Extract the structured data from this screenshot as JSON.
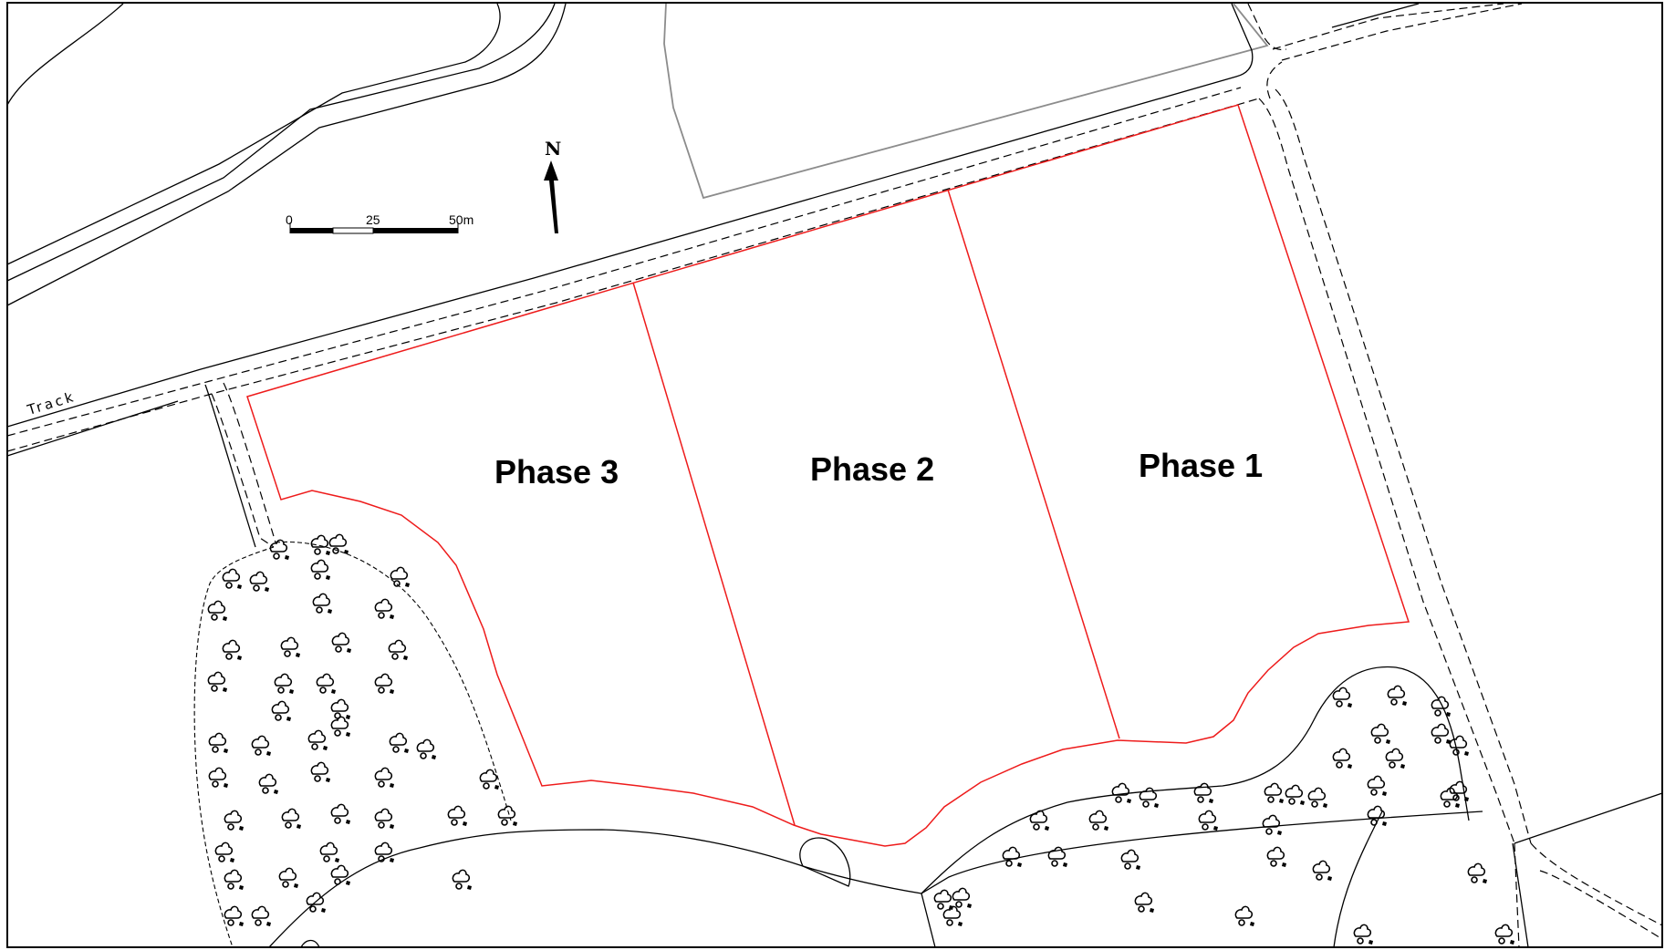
{
  "phases": {
    "phase1": "Phase 1",
    "phase2": "Phase 2",
    "phase3": "Phase 3"
  },
  "track_label": "Track",
  "north_label": "N",
  "scale_bar": {
    "tick0": "0",
    "tick1": "25",
    "tick2": "50m"
  },
  "colors": {
    "site_boundary": "#ee1b1b",
    "grey_boundary": "#8c8c8c",
    "linework": "#000000"
  },
  "icons": {
    "tree": "tree-icon",
    "north_arrow": "north-arrow-icon"
  }
}
